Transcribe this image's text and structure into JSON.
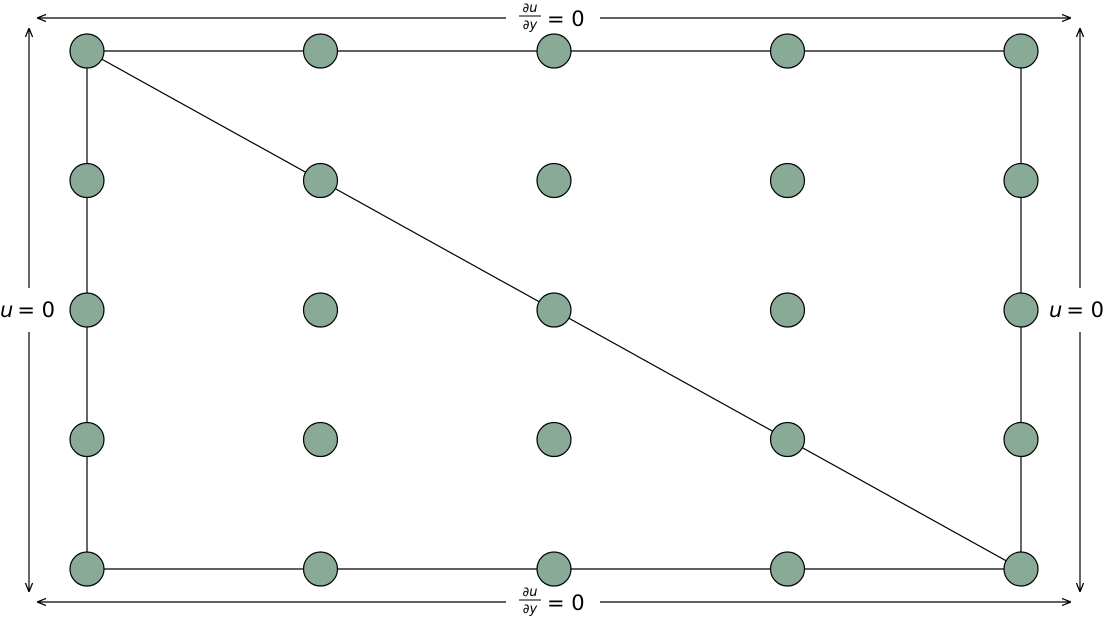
{
  "colors": {
    "node_fill": "#88aa97",
    "stroke": "#000000",
    "background": "#ffffff"
  },
  "grid": {
    "columns": 5,
    "rows": 5
  },
  "boundary_labels": {
    "top": {
      "num": "∂u",
      "den": "∂y",
      "rhs": "= 0"
    },
    "bottom": {
      "num": "∂u",
      "den": "∂y",
      "rhs": "= 0"
    },
    "left": {
      "var": "u",
      "rhs": "= 0"
    },
    "right": {
      "var": "u",
      "rhs": "= 0"
    }
  }
}
